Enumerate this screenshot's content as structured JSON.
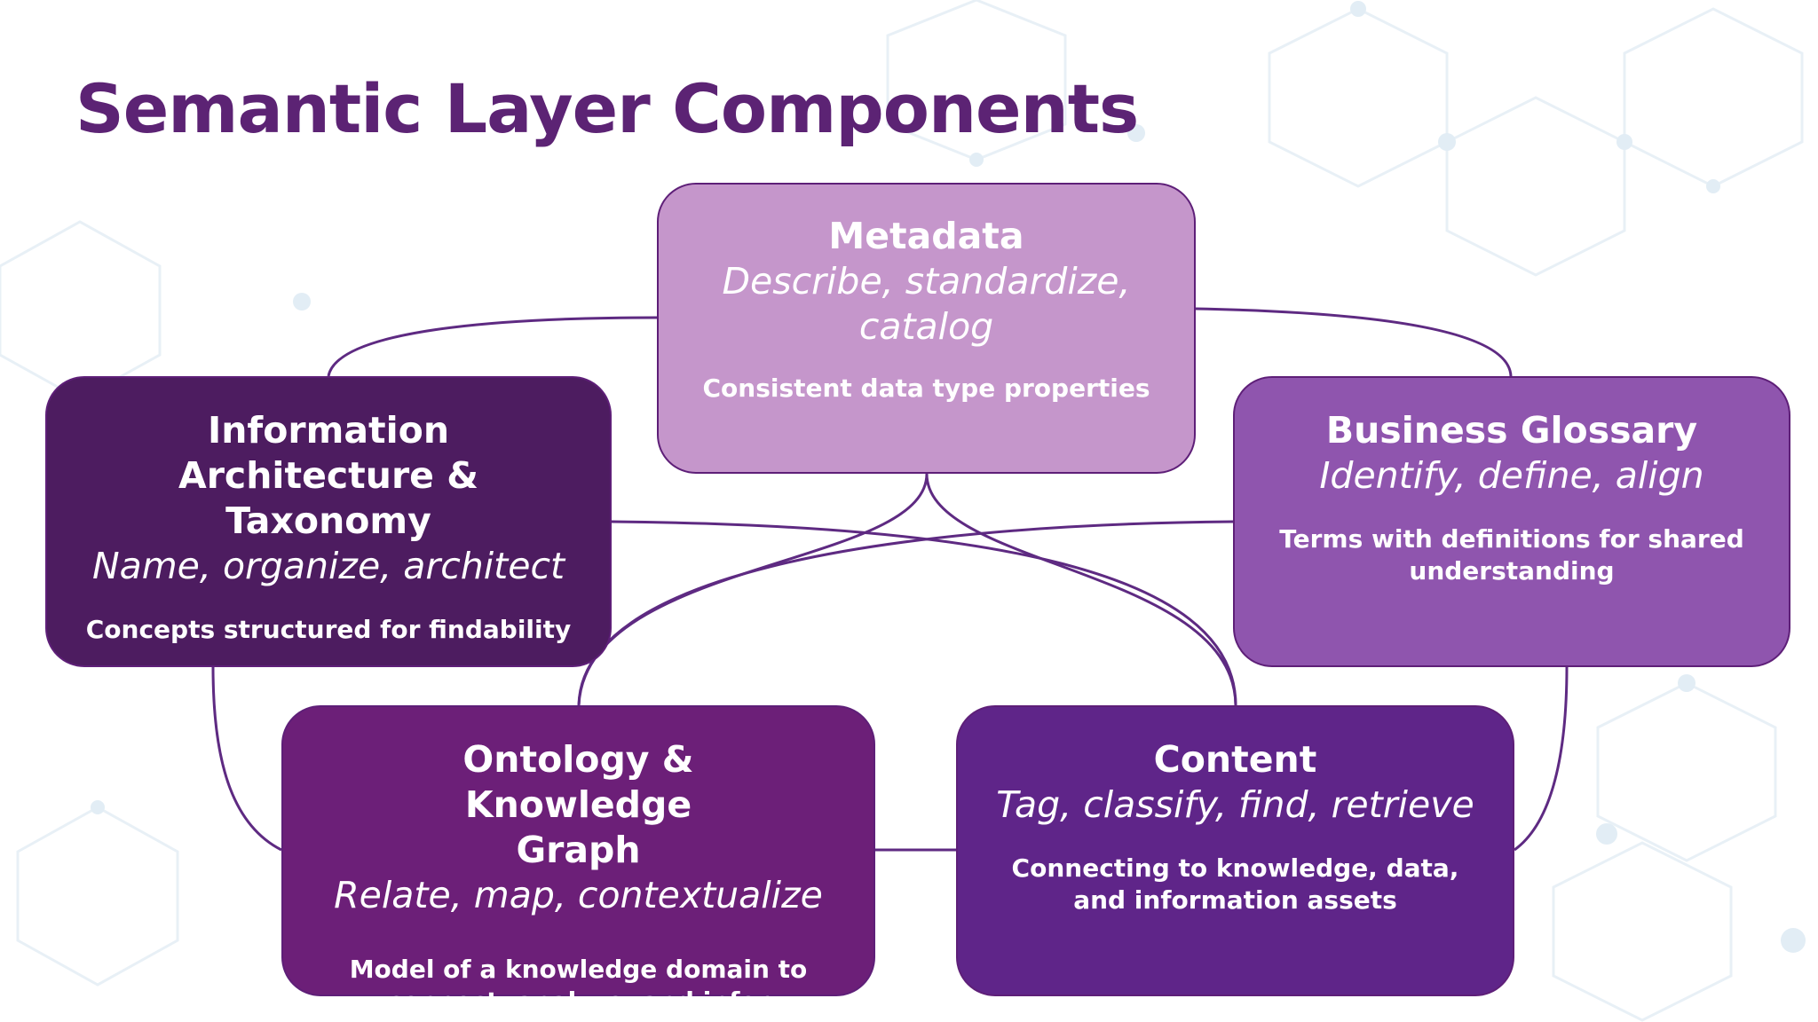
{
  "title": "Semantic Layer Components",
  "colors": {
    "title": "#5c2374",
    "connector": "#5e2a82",
    "metadata": "#c596cb",
    "information_architecture": "#4d1c60",
    "business_glossary": "#8f55ae",
    "ontology": "#6c1f78",
    "content": "#5f2589"
  },
  "cards": {
    "metadata": {
      "title": "Metadata",
      "subtitle": "Describe, standardize, catalog",
      "description": "Consistent data type properties"
    },
    "information_architecture": {
      "title": "Information Architecture & Taxonomy",
      "subtitle": "Name, organize, architect",
      "description": "Concepts structured for findability"
    },
    "business_glossary": {
      "title": "Business Glossary",
      "subtitle": "Identify, define, align",
      "description": "Terms with definitions for shared understanding"
    },
    "ontology": {
      "title": "Ontology & Knowledge Graph",
      "subtitle": "Relate, map, contextualize",
      "description": "Model of a knowledge domain to connect, analyze, and infer"
    },
    "content": {
      "title": "Content",
      "subtitle": "Tag, classify, find, retrieve",
      "description": "Connecting to knowledge, data, and information assets"
    }
  }
}
